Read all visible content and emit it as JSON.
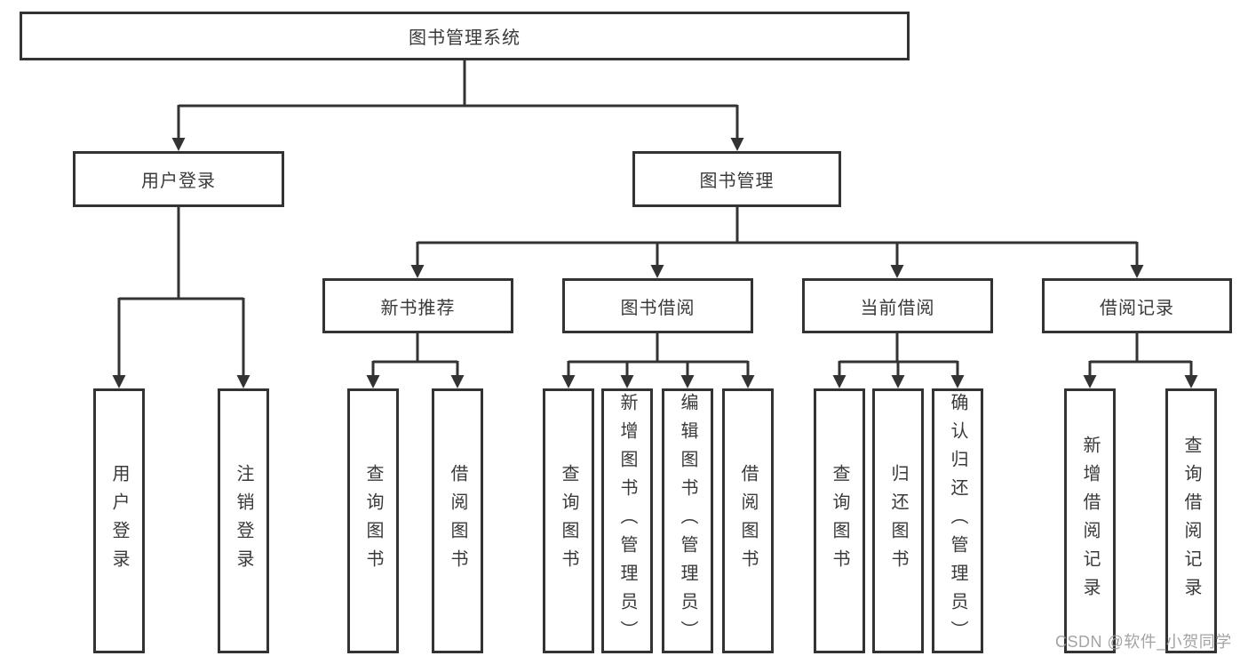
{
  "diagram": {
    "root": {
      "label": "图书管理系统"
    },
    "branches": [
      {
        "label": "用户登录",
        "children": [
          {
            "label": "用户登录"
          },
          {
            "label": "注销登录"
          }
        ]
      },
      {
        "label": "图书管理",
        "children": [
          {
            "label": "新书推荐",
            "children": [
              {
                "label": "查询图书"
              },
              {
                "label": "借阅图书"
              }
            ]
          },
          {
            "label": "图书借阅",
            "children": [
              {
                "label": "查询图书"
              },
              {
                "label": "新增图书（管理员）"
              },
              {
                "label": "编辑图书（管理员）"
              },
              {
                "label": "借阅图书"
              }
            ]
          },
          {
            "label": "当前借阅",
            "children": [
              {
                "label": "查询图书"
              },
              {
                "label": "归还图书"
              },
              {
                "label": "确认归还（管理员）"
              }
            ]
          },
          {
            "label": "借阅记录",
            "children": [
              {
                "label": "新增借阅记录"
              },
              {
                "label": "查询借阅记录"
              }
            ]
          }
        ]
      }
    ]
  },
  "watermark": {
    "text": "CSDN @软件_小贺同学",
    "color": "#9c9c9c"
  },
  "colors": {
    "line": "#333333",
    "box_border": "#333333",
    "text": "#3a3a3a",
    "background": "#ffffff"
  }
}
